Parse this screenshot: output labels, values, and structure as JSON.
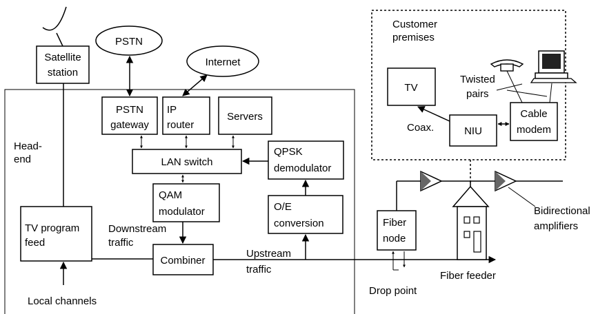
{
  "satellite_station": [
    "Satellite",
    "station"
  ],
  "pstn": "PSTN",
  "internet": "Internet",
  "headend": [
    "Head-",
    "end"
  ],
  "pstn_gateway": [
    "PSTN",
    "gateway"
  ],
  "ip_router": [
    "IP",
    "router"
  ],
  "servers": "Servers",
  "lan_switch": "LAN switch",
  "qpsk_demodulator": [
    "QPSK",
    "demodulator"
  ],
  "qam_modulator": [
    "QAM",
    "modulator"
  ],
  "oe_conversion": [
    "O/E",
    "conversion"
  ],
  "tv_program_feed": [
    "TV program",
    "feed"
  ],
  "combiner": "Combiner",
  "downstream_traffic": [
    "Downstream",
    "traffic"
  ],
  "upstream_traffic": [
    "Upstream",
    "traffic"
  ],
  "local_channels": "Local channels",
  "fiber_node": [
    "Fiber",
    "node"
  ],
  "drop_point": "Drop point",
  "fiber_feeder": "Fiber feeder",
  "bidirectional_amplifiers": [
    "Bidirectional",
    "amplifiers"
  ],
  "customer_premises": [
    "Customer",
    "premises"
  ],
  "tv": "TV",
  "coax": "Coax.",
  "niu": "NIU",
  "twisted_pairs": [
    "Twisted",
    "pairs"
  ],
  "cable_modem": [
    "Cable",
    "modem"
  ]
}
